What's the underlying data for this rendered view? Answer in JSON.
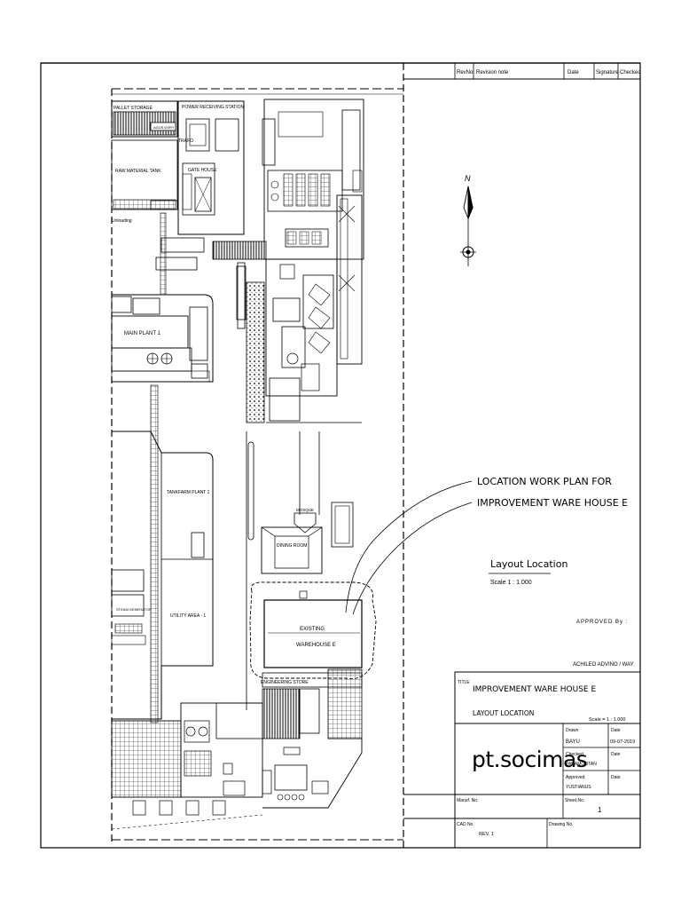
{
  "revision_table": {
    "rev_no": "RevNo",
    "revision_note": "Revision note",
    "date": "Date",
    "signature": "Signature",
    "checked": "Checked"
  },
  "north_label": "N",
  "plan_labels": {
    "pallet_storage": "PALLET STORAGE",
    "agus_dvry": "AGUS DVRY",
    "power_receiving_station": "POWER RECEIVING STATION",
    "trafo": "TRAFO",
    "raw_material_tank": "RAW MATERIAL TANK",
    "gate_house": "GATE HOUSE",
    "unloading": "Unloading",
    "main_plant": "MAIN PLANT 1",
    "tankfarm_plant": "TANKFARM PLANT 1",
    "utility_area": "UTILITY AREA - 1",
    "steam_generator": "STEAM GENERATOR",
    "dining_room": "DINING ROOM",
    "mosque": "MOSQUE",
    "existing": "EXISTING",
    "warehouse_e": "WAREHOUSE E",
    "engineering_store": "ENGINEERING STORE"
  },
  "callout": {
    "line1": "LOCATION WORK PLAN FOR",
    "line2": "IMPROVEMENT WARE HOUSE E"
  },
  "layout_heading": {
    "title": "Layout Location",
    "scale": "Scale 1 : 1.000"
  },
  "approval": {
    "approved_by": "APPROVED By :",
    "name": "ACHILEO ADVINO / WAY"
  },
  "title_block": {
    "title_tag": "TITLE",
    "title_main": "IMPROVEMENT WARE HOUSE E",
    "title_sub": "LAYOUT LOCATION",
    "scale": "Scale =    1 : 1.000",
    "company": "pt.socimas",
    "drawn_label": "Drawn",
    "drawn_name": "BAYU",
    "date_label": "Date",
    "drawn_date": "09-07-2019",
    "checked_label": "Checked",
    "checked_name": "PARAMOOTAN",
    "approved_label": "Approved",
    "approved_name": "YUSTIANUS",
    "manuf_no": "Manuf. No.",
    "sheet_no": "Sheet No.",
    "sheet_value": "1",
    "cad_no": "CAD No.",
    "rev": "REV. 1",
    "drawing_no": "Drawing No."
  }
}
